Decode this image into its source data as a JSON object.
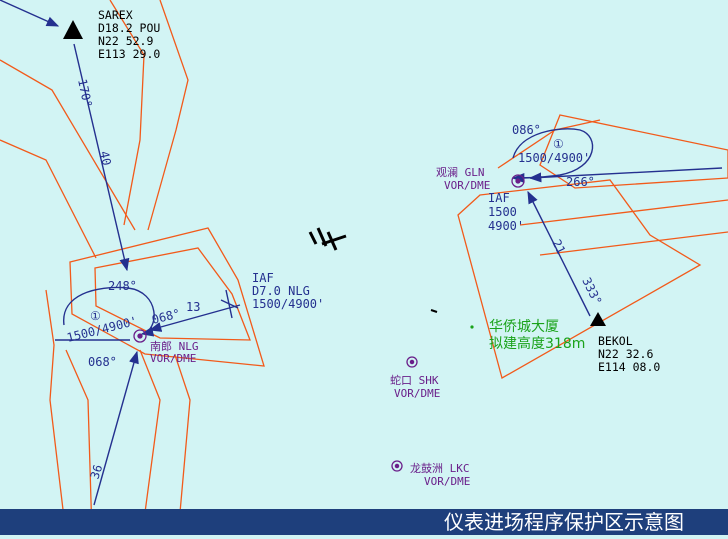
{
  "fixes": {
    "sarex": {
      "name": "SAREX",
      "dist": "D18.2 POU",
      "lat": "N22  52.9",
      "lon": "E113 29.0"
    },
    "bekol": {
      "name": "BEKOL",
      "lat": "N22  32.6",
      "lon": "E114 08.0"
    }
  },
  "iaf_nlg": {
    "line1": "IAF",
    "line2": "D7.0 NLG",
    "line3": "1500/4900'"
  },
  "iaf_gln": {
    "line1": "IAF",
    "line2": "1500",
    "line3": "4900'"
  },
  "navaids": {
    "nlg": "南郎 NLG",
    "nlg_type": "VOR/DME",
    "gln": "观澜  GLN",
    "gln_type": "VOR/DME",
    "shk": "蛇口 SHK",
    "shk_type": "VOR/DME",
    "lkc": "龙鼓洲 LKC",
    "lkc_type": "VOR/DME"
  },
  "courses": {
    "c170": "170°",
    "d40": "40",
    "c248": "248°",
    "c068a": "068°",
    "c068b": "068°",
    "d13": "13",
    "hold_nlg": "1500/4900'",
    "hold_nlg_num": "①",
    "d36": "36",
    "c086": "086°",
    "hold_gln": "1500/4900'",
    "hold_gln_num": "①",
    "c266": "266°",
    "d21": "21",
    "c333": "333°"
  },
  "obstacle": {
    "line1": "华侨城大厦",
    "line2": "拟建高度318m"
  },
  "footer_title": "仪表进场程序保护区示意图",
  "colors": {
    "background": "#d2f4f4",
    "boundary": "#f25a1a",
    "route": "#24308f",
    "navaid": "#6a1f8a",
    "obstacle": "#1aa21a",
    "footer": "#1e3f7c"
  }
}
